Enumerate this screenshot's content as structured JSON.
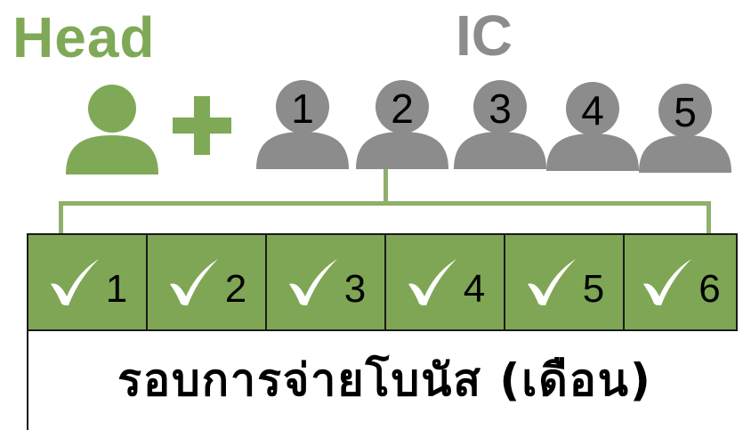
{
  "head_label": "Head",
  "ic_label": "IC",
  "plus": "+",
  "ic_numbers": [
    "1",
    "2",
    "3",
    "4",
    "5"
  ],
  "months": [
    "1",
    "2",
    "3",
    "4",
    "5",
    "6"
  ],
  "caption": "รอบการจ่ายโบนัส (เดือน)",
  "colors": {
    "head_green": "#7fa957",
    "ic_gray": "#8c8c8c",
    "cell_green": "#7fa654"
  },
  "icons": {
    "head_person": "person-icon",
    "ic_person": "person-icon",
    "check": "checkmark-icon"
  }
}
